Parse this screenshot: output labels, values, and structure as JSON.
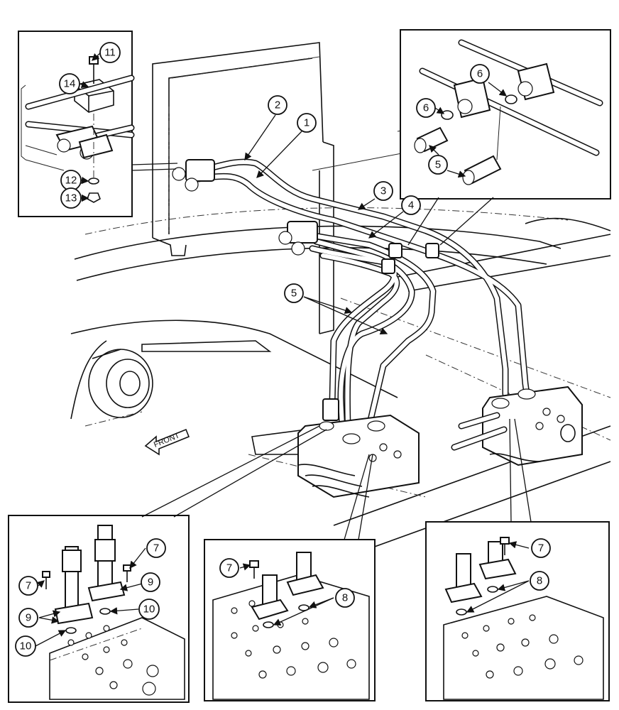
{
  "front_label": "FRONT",
  "callouts": {
    "c1": "1",
    "c2": "2",
    "c3": "3",
    "c4": "4",
    "c5main": "5",
    "c5inset": "5",
    "c6a": "6",
    "c6b": "6",
    "c7a": "7",
    "c7b": "7",
    "c7c": "7",
    "c7d": "7",
    "c8a": "8",
    "c8b": "8",
    "c9a": "9",
    "c9b": "9",
    "c10a": "10",
    "c10b": "10",
    "c11": "11",
    "c12": "12",
    "c13": "13",
    "c14": "14"
  }
}
